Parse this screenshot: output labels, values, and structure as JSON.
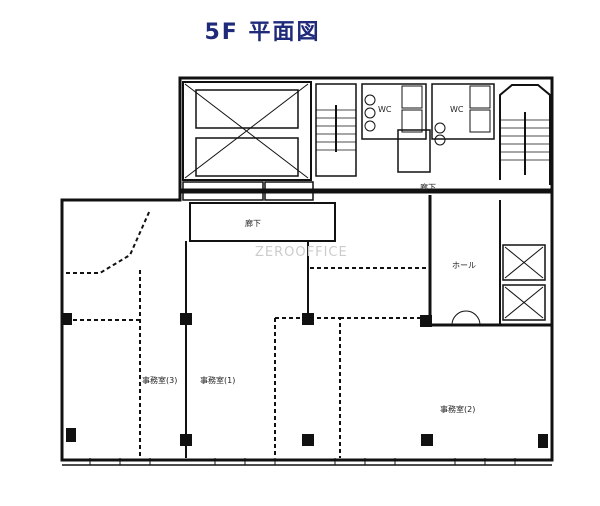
{
  "title": "5F 平面図",
  "watermark": "ZEROOFFICE",
  "rooms": {
    "corridor": "廊下",
    "corridor_core": "廊下",
    "hall": "ホール",
    "office1": "事務室(1)",
    "office2": "事務室(2)",
    "office3": "事務室(3)",
    "wc_men": "WC",
    "wc_women": "WC"
  },
  "colors": {
    "title": "#1f2a7a",
    "line": "#111111"
  }
}
